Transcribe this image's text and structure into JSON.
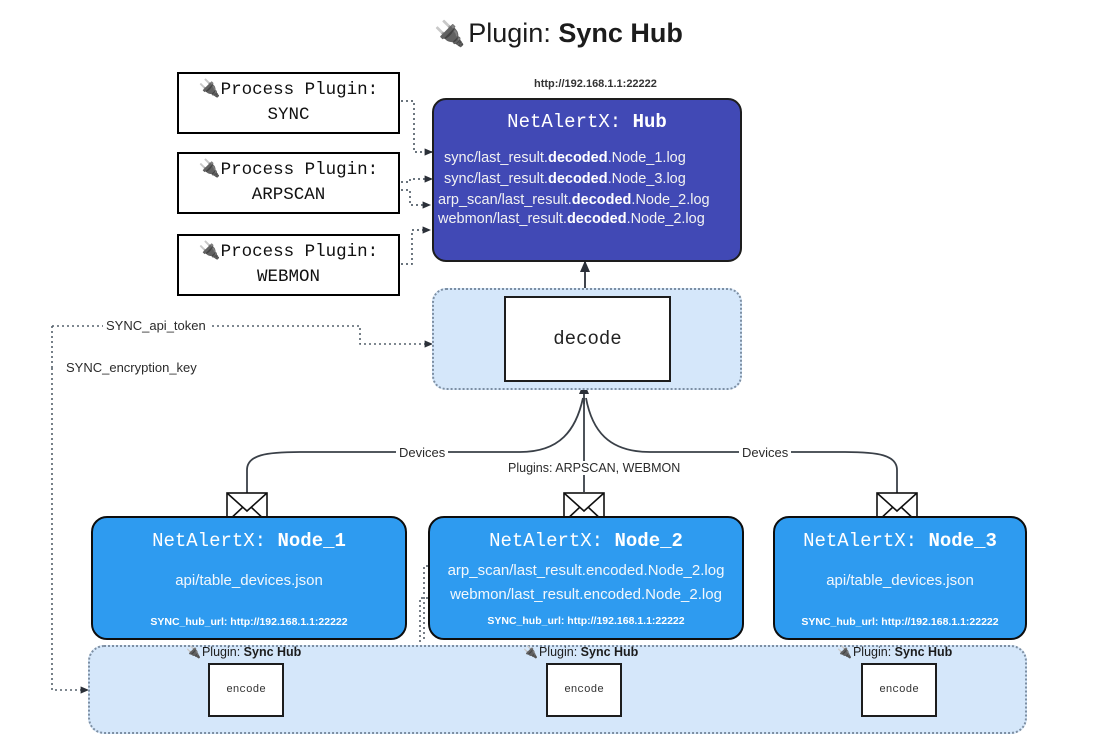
{
  "title": {
    "icon": "electric-plug-icon",
    "prefix": "Plugin:",
    "name": "Sync Hub"
  },
  "process_plugins": [
    {
      "icon": "electric-plug-icon",
      "line1": "Process Plugin:",
      "line2": "SYNC"
    },
    {
      "icon": "electric-plug-icon",
      "line1": "Process Plugin:",
      "line2": "ARPSCAN"
    },
    {
      "icon": "electric-plug-icon",
      "line1": "Process Plugin:",
      "line2": "WEBMON"
    }
  ],
  "hub": {
    "url": "http://192.168.1.1:22222",
    "title_prefix": "NetAlertX:",
    "title_name": "Hub",
    "lines": [
      {
        "pre": "sync/last_result.",
        "bold": "decoded",
        "post": ".Node_1.log"
      },
      {
        "pre": "sync/last_result.",
        "bold": "decoded",
        "post": ".Node_3.log"
      },
      {
        "pre": "arp_scan/last_result.",
        "bold": "decoded",
        "post": ".Node_2.log"
      },
      {
        "pre": "webmon/last_result.",
        "bold": "decoded",
        "post": ".Node_2.log"
      }
    ]
  },
  "decode": {
    "label": "decode"
  },
  "secrets": {
    "api_token": "SYNC_api_token",
    "encryption_key": "SYNC_encryption_key"
  },
  "edge_labels": {
    "devices_left": "Devices",
    "devices_right": "Devices",
    "plugins_center": "Plugins: ARPSCAN, WEBMON"
  },
  "nodes": [
    {
      "title_prefix": "NetAlertX:",
      "title_name": "Node_1",
      "lines": [
        "api/table_devices.json"
      ],
      "footer": "SYNC_hub_url: http://192.168.1.1:22222"
    },
    {
      "title_prefix": "NetAlertX:",
      "title_name": "Node_2",
      "lines": [
        "arp_scan/last_result.encoded.Node_2.log",
        "webmon/last_result.encoded.Node_2.log"
      ],
      "footer": "SYNC_hub_url: http://192.168.1.1:22222"
    },
    {
      "title_prefix": "NetAlertX:",
      "title_name": "Node_3",
      "lines": [
        "api/table_devices.json"
      ],
      "footer": "SYNC_hub_url: http://192.168.1.1:22222"
    }
  ],
  "encoders": [
    {
      "icon": "electric-plug-icon",
      "label_prefix": "Plugin:",
      "label_name": "Sync Hub",
      "box": "encode"
    },
    {
      "icon": "electric-plug-icon",
      "label_prefix": "Plugin:",
      "label_name": "Sync Hub",
      "box": "encode"
    },
    {
      "icon": "electric-plug-icon",
      "label_prefix": "Plugin:",
      "label_name": "Sync Hub",
      "box": "encode"
    }
  ],
  "colors": {
    "hub_fill": "#4149b5",
    "node_fill": "#2e9bf0",
    "container_fill": "#d5e7fa",
    "container_border": "#7d8fa3",
    "stroke": "#1d1d1d",
    "background": "#ffffff"
  }
}
